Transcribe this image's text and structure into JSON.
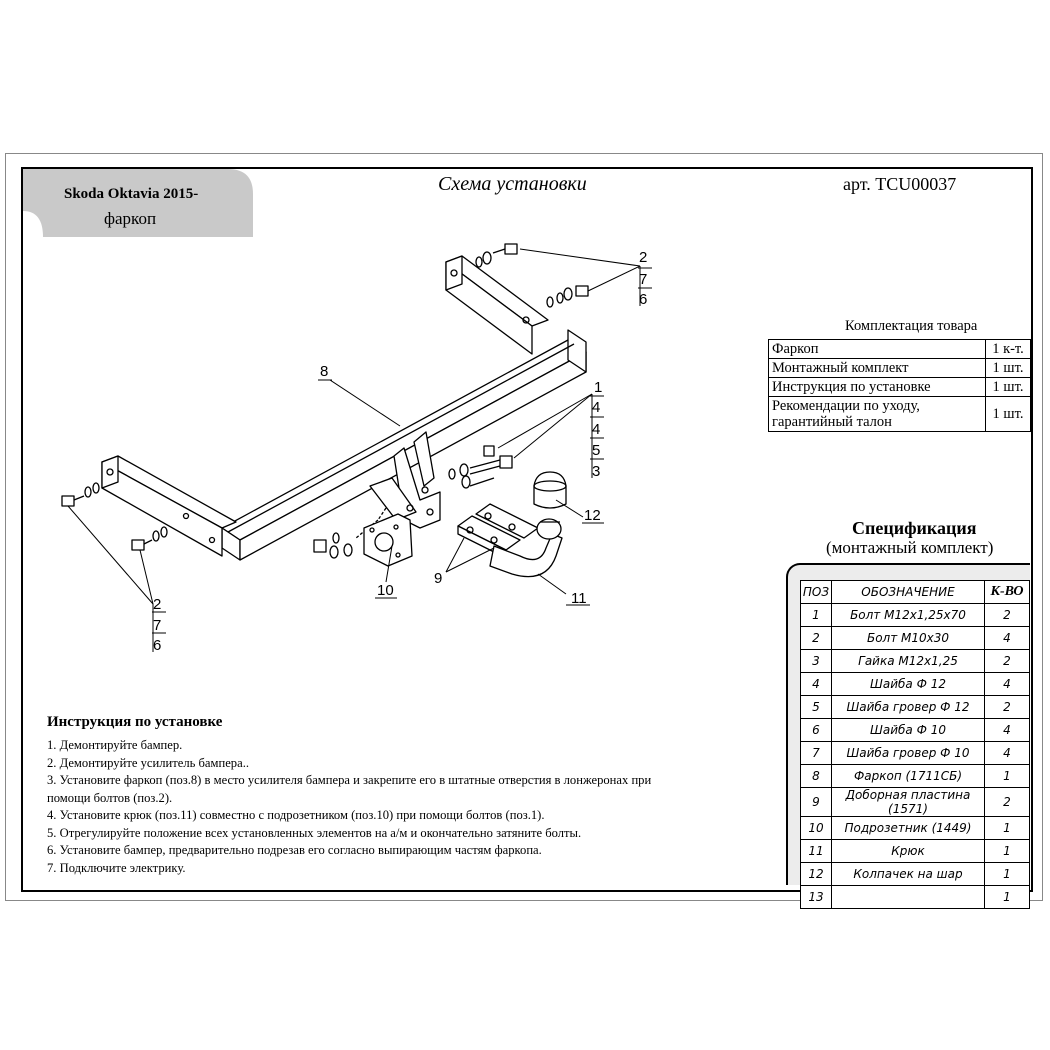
{
  "header": {
    "model": "Skoda Oktavia 2015-",
    "product": "фаркоп",
    "schema_title": "Схема установки",
    "article": "арт. TCU00037"
  },
  "kit": {
    "caption": "Комплектация товара",
    "rows": [
      {
        "name": "Фаркоп",
        "qty": "1 к-т."
      },
      {
        "name": "Монтажный комплект",
        "qty": "1 шт."
      },
      {
        "name": "Инструкция по установке",
        "qty": "1 шт."
      },
      {
        "name": "Рекомендации по уходу, гарантийный талон",
        "qty": "1 шт."
      }
    ]
  },
  "spec": {
    "title": "Спецификация",
    "subtitle": "(монтажный комплект)",
    "headers": {
      "pos": "ПОЗ",
      "designation": "ОБОЗНАЧЕНИЕ",
      "qty": "К-ВО"
    },
    "rows": [
      {
        "pos": "1",
        "name": "Болт М12х1,25х70",
        "qty": "2"
      },
      {
        "pos": "2",
        "name": "Болт М10х30",
        "qty": "4"
      },
      {
        "pos": "3",
        "name": "Гайка М12х1,25",
        "qty": "2"
      },
      {
        "pos": "4",
        "name": "Шайба Ф 12",
        "qty": "4"
      },
      {
        "pos": "5",
        "name": "Шайба гровер Ф 12",
        "qty": "2"
      },
      {
        "pos": "6",
        "name": "Шайба Ф 10",
        "qty": "4"
      },
      {
        "pos": "7",
        "name": "Шайба гровер Ф 10",
        "qty": "4"
      },
      {
        "pos": "8",
        "name": "Фаркоп (1711СБ)",
        "qty": "1"
      },
      {
        "pos": "9",
        "name": "Доборная пластина (1571)",
        "qty": "2"
      },
      {
        "pos": "10",
        "name": "Подрозетник (1449)",
        "qty": "1"
      },
      {
        "pos": "11",
        "name": "Крюк",
        "qty": "1"
      },
      {
        "pos": "12",
        "name": "Колпачек на шар",
        "qty": "1"
      },
      {
        "pos": "13",
        "name": "",
        "qty": "1"
      }
    ]
  },
  "instructions": {
    "title": "Инструкция по установке",
    "steps": [
      "1. Демонтируйте бампер.",
      "2. Демонтируйте усилитель бампера..",
      "3. Установите фаркоп (поз.8) в место усилителя бампера и закрепите его в штатные отверстия в лонжеронах при",
      "помощи болтов (поз.2).",
      "4. Установите крюк (поз.11) совместно с подрозетником (поз.10) при помощи болтов (поз.1).",
      "5. Отрегулируйте положение всех установленных элементов на а/м и окончательно затяните болты.",
      "6. Установите бампер, предварительно подрезав его согласно выпирающим частям фаркопа.",
      "7. Подключите электрику."
    ]
  },
  "callouts": {
    "top_right": [
      "2",
      "7",
      "6"
    ],
    "main": "8",
    "mid_right": [
      "1",
      "4",
      "4",
      "5",
      "3"
    ],
    "ball_cap": "12",
    "socket_plate": "10",
    "plates": "9",
    "hook": "11",
    "left": [
      "2",
      "7",
      "6"
    ]
  }
}
